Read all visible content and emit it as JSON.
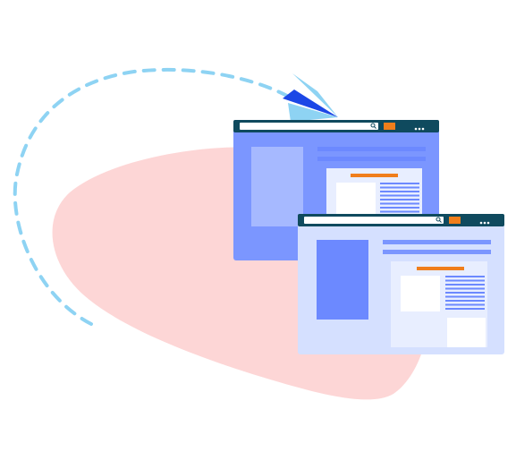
{
  "illustration": {
    "theme": "website migration",
    "colors": {
      "blob": "#FDD6D6",
      "dash_path": "#8ED3F3",
      "plane_light": "#8ED3F3",
      "plane_dark": "#1C47E6",
      "window_bar": "#0F4A5E",
      "search_field": "#FFFFFF",
      "accent_orange": "#F07E1B",
      "back_window_body": "#7B96FF",
      "back_window_panel": "#A6B9FF",
      "back_window_lines": "#6C89FF",
      "front_window_body": "#D5E0FF",
      "front_window_panel": "#6C89FF",
      "front_window_lines": "#7B96FF",
      "card_bg": "#E8EEFF",
      "card_tile": "#FFFFFF",
      "card_lines": "#6C89FF"
    },
    "icons": {
      "plane": "paper-plane-icon",
      "search": "search-icon",
      "menu": "more-dots-icon"
    },
    "windows": [
      {
        "id": "back",
        "role": "source site"
      },
      {
        "id": "front",
        "role": "destination site"
      }
    ]
  }
}
